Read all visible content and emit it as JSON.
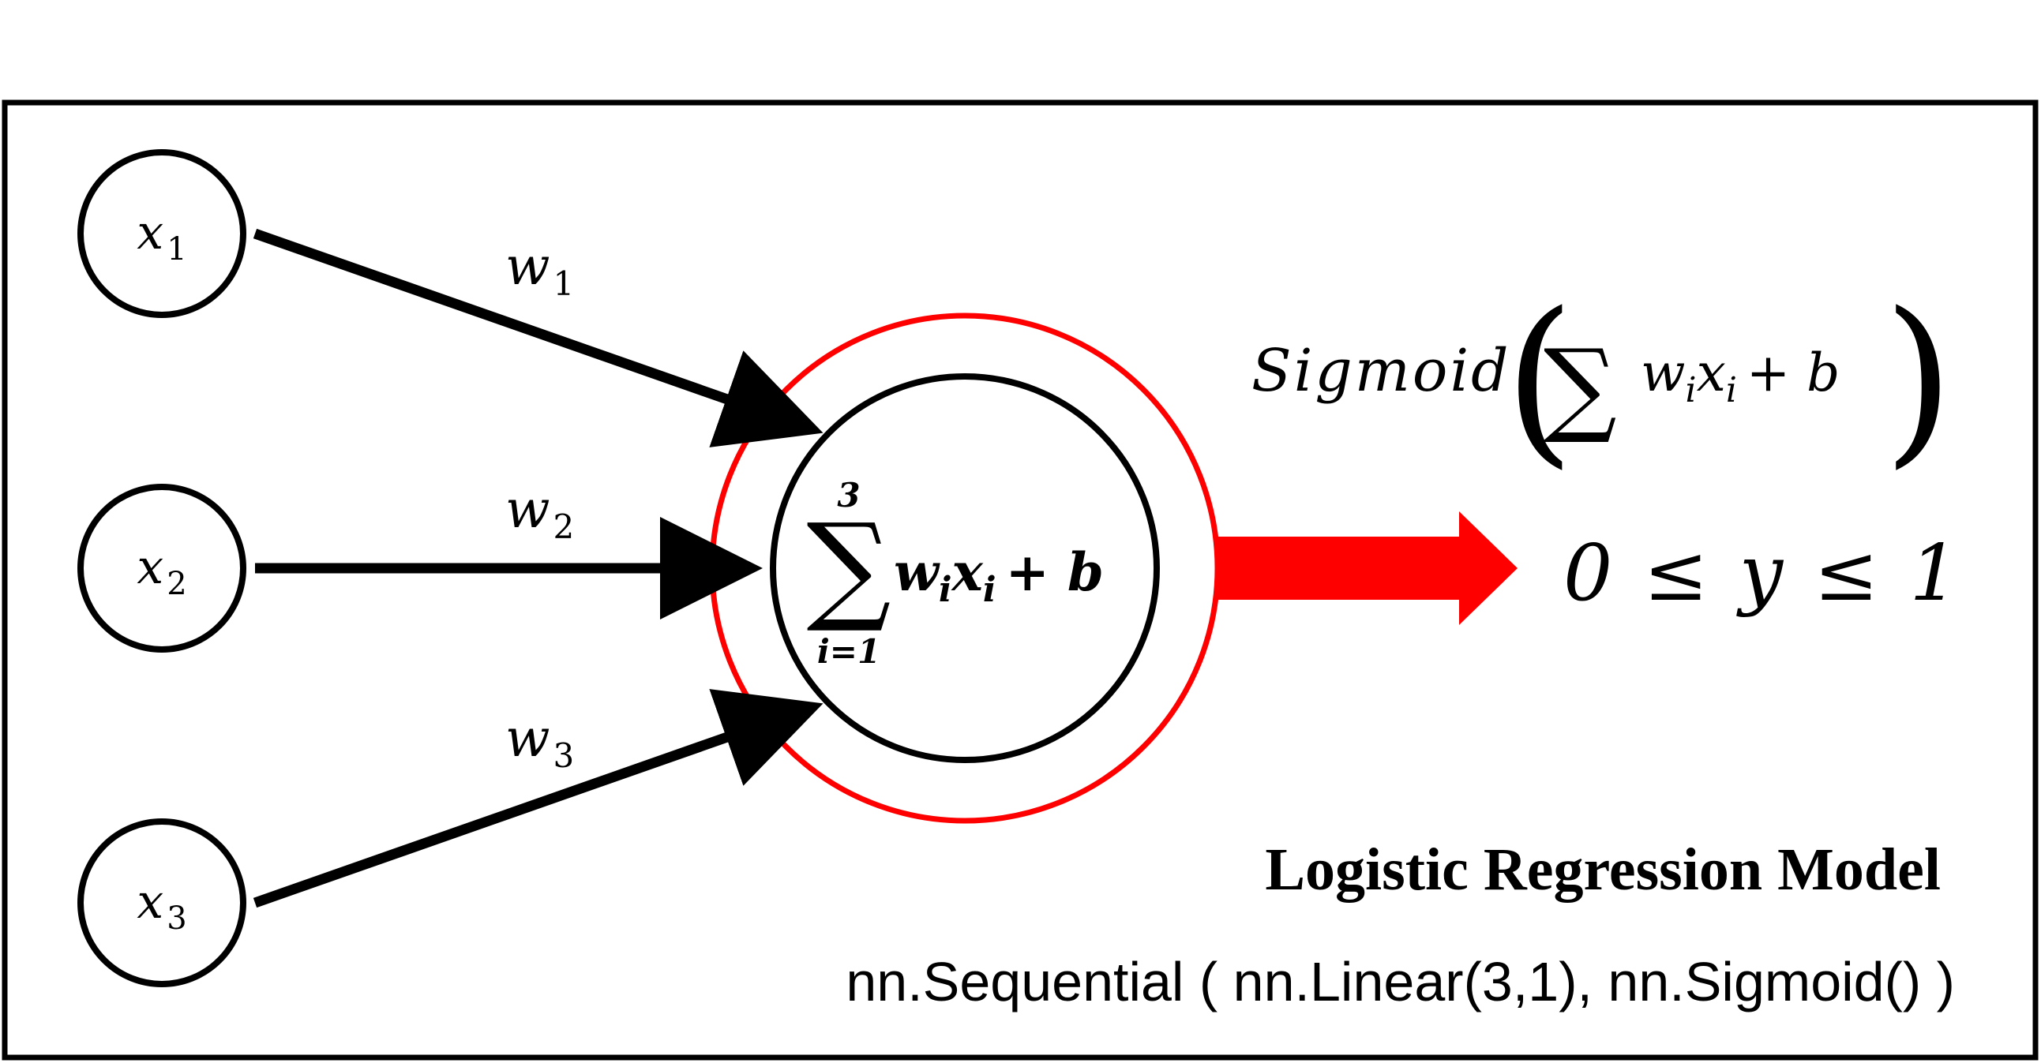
{
  "diagram": {
    "inputs": [
      {
        "var": "x",
        "sub": "1"
      },
      {
        "var": "x",
        "sub": "2"
      },
      {
        "var": "x",
        "sub": "3"
      }
    ],
    "weights": [
      {
        "var": "w",
        "sub": "1"
      },
      {
        "var": "w",
        "sub": "2"
      },
      {
        "var": "w",
        "sub": "3"
      }
    ],
    "neuron": {
      "sum_symbol": "∑",
      "sum_upper": "3",
      "sum_lower": "i=1",
      "w": "w",
      "w_sub": "i",
      "x": "x",
      "x_sub": "i",
      "plus_b": "+ b"
    },
    "activation": {
      "name": "Sigmoid",
      "lparen": "(",
      "sum_symbol": "∑",
      "w": "w",
      "w_sub": "i",
      "x": "x",
      "x_sub": "i",
      "plus_b": "+ b",
      "rparen": ")"
    },
    "output_range": "0 ≤ y  ≤ 1",
    "model_title": "Logistic Regression Model",
    "model_code": "nn.Sequential ( nn.Linear(3,1), nn.Sigmoid() )",
    "colors": {
      "stroke": "#000000",
      "accent": "#ff0000",
      "background": "#ffffff"
    }
  }
}
